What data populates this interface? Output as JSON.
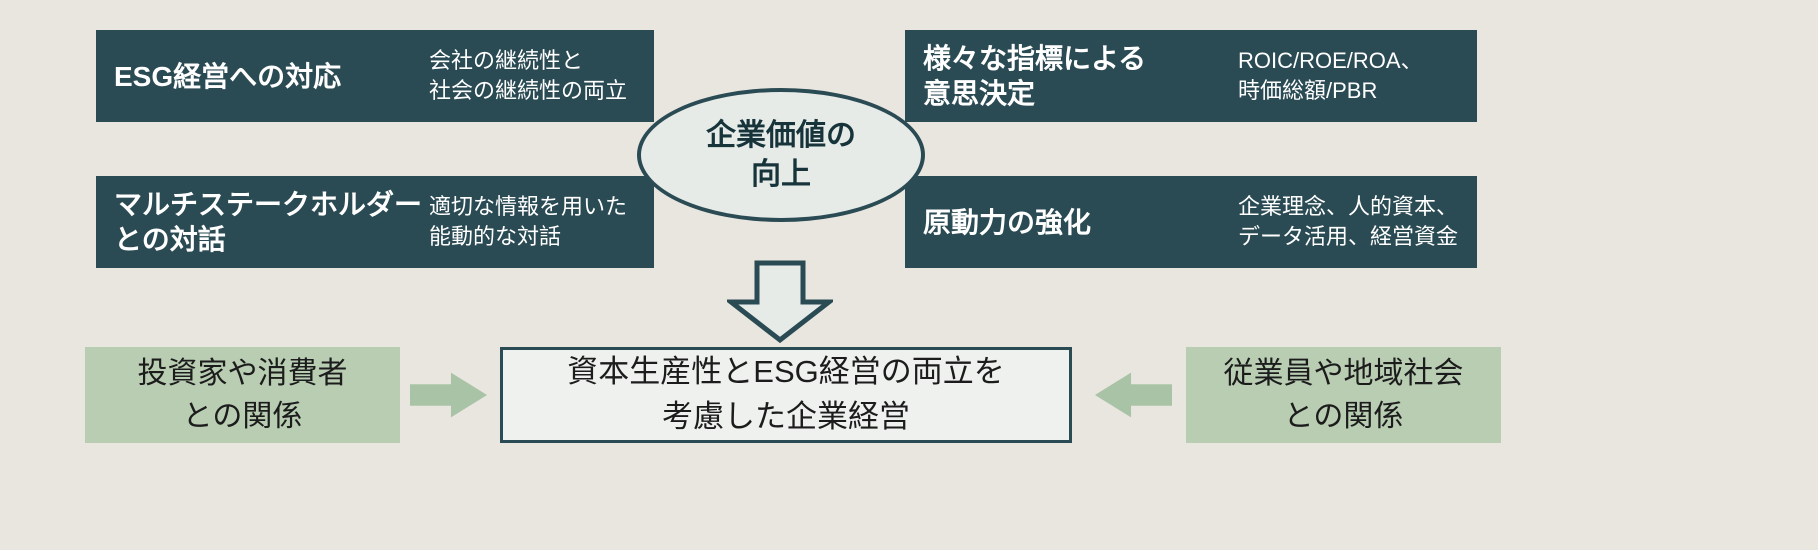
{
  "colors": {
    "background": "#e9e6e0",
    "dark_teal": "#2b4b54",
    "light_green_box": "#b9cdb3",
    "arrow_green": "#a9c3a6",
    "ellipse_fill": "#e7ebe8",
    "center_box_fill": "#eef1ee",
    "text_light": "#ffffff",
    "text_dark": "#1c1c1c"
  },
  "diagram": {
    "top_boxes": [
      {
        "title": "ESG経営への対応",
        "desc": "会社の継続性と\n社会の継続性の両立"
      },
      {
        "title": "様々な指標による\n意思決定",
        "desc": "ROIC/ROE/ROA、\n時価総額/PBR"
      },
      {
        "title": "マルチステークホルダー\nとの対話",
        "desc": "適切な情報を用いた\n能動的な対話"
      },
      {
        "title": "原動力の強化",
        "desc": "企業理念、人的資本、\nデータ活用、経営資金"
      }
    ],
    "center_ellipse": "企業価値の\n向上",
    "bottom_left_box": "投資家や消費者\nとの関係",
    "bottom_center_box": "資本生産性とESG経営の両立を\n考慮した企業経営",
    "bottom_right_box": "従業員や地域社会\nとの関係"
  }
}
